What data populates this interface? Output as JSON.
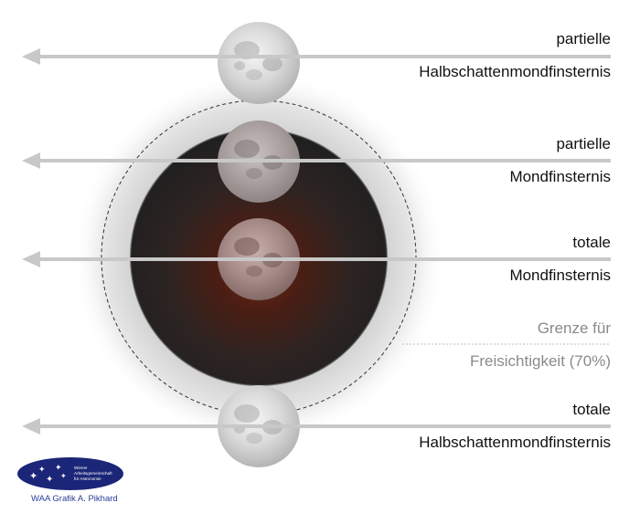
{
  "labels": {
    "row1_line1": "partielle",
    "row1_line2": "Halbschattenmondfinsternis",
    "row2_line1": "partielle",
    "row2_line2": "Mondfinsternis",
    "row3_line1": "totale",
    "row3_line2": "Mondfinsternis",
    "limit_line1": "Grenze für",
    "limit_line2": "Freisichtigkeit (70%)",
    "row4_line1": "totale",
    "row4_line2": "Halbschattenmondfinsternis"
  },
  "logo": {
    "line1": "Wiener",
    "line2": "Arbeitsgemeinschaft",
    "line3": "für Astronomie"
  },
  "credit": "WAA Grafik A. Pikhard",
  "colors": {
    "umbra": "#2a2a2a",
    "umbra_glow": "#7a2a15",
    "arrow": "#c8c8c8",
    "logo_bg": "#1c2678"
  }
}
